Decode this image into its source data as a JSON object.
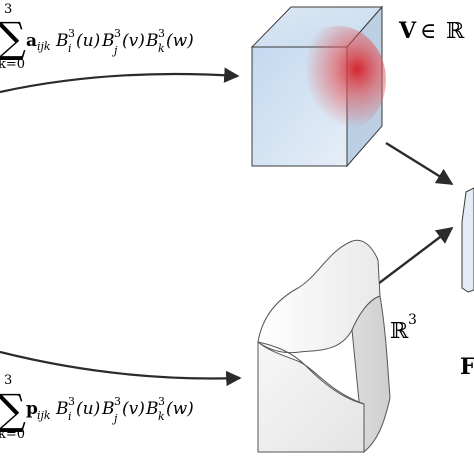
{
  "top_formula": {
    "sum_upper": "3",
    "sum_lower": "k=0",
    "coef": "a",
    "coef_sub": "ijk",
    "basis_1": "B",
    "basis_1_sup": "3",
    "basis_1_sub": "i",
    "arg_1": "(u)",
    "basis_2": "B",
    "basis_2_sup": "3",
    "basis_2_sub": "j",
    "arg_2": "(v)",
    "basis_3": "B",
    "basis_3_sup": "3",
    "basis_3_sub": "k",
    "arg_3": "(w)"
  },
  "bottom_formula": {
    "sum_upper": "3",
    "sum_lower": "k=0",
    "coef": "p",
    "coef_sub": "ijk",
    "basis_1": "B",
    "basis_1_sup": "3",
    "basis_1_sub": "i",
    "arg_1": "(u)",
    "basis_2": "B",
    "basis_2_sup": "3",
    "basis_2_sub": "j",
    "arg_2": "(v)",
    "basis_3": "B",
    "basis_3_sup": "3",
    "basis_3_sub": "k",
    "arg_3": "(w)"
  },
  "top_space_label": {
    "symbol": "V",
    "relation": "∈",
    "space": "ℝ"
  },
  "bottom_space_label": {
    "space": "ℝ",
    "exponent": "3"
  },
  "right_label": "F",
  "colors": {
    "cube_face": "#c9dcef",
    "cube_heat": "#d61d24",
    "solid_face": "#f4f4f4",
    "arrow": "#2b2b2b"
  }
}
